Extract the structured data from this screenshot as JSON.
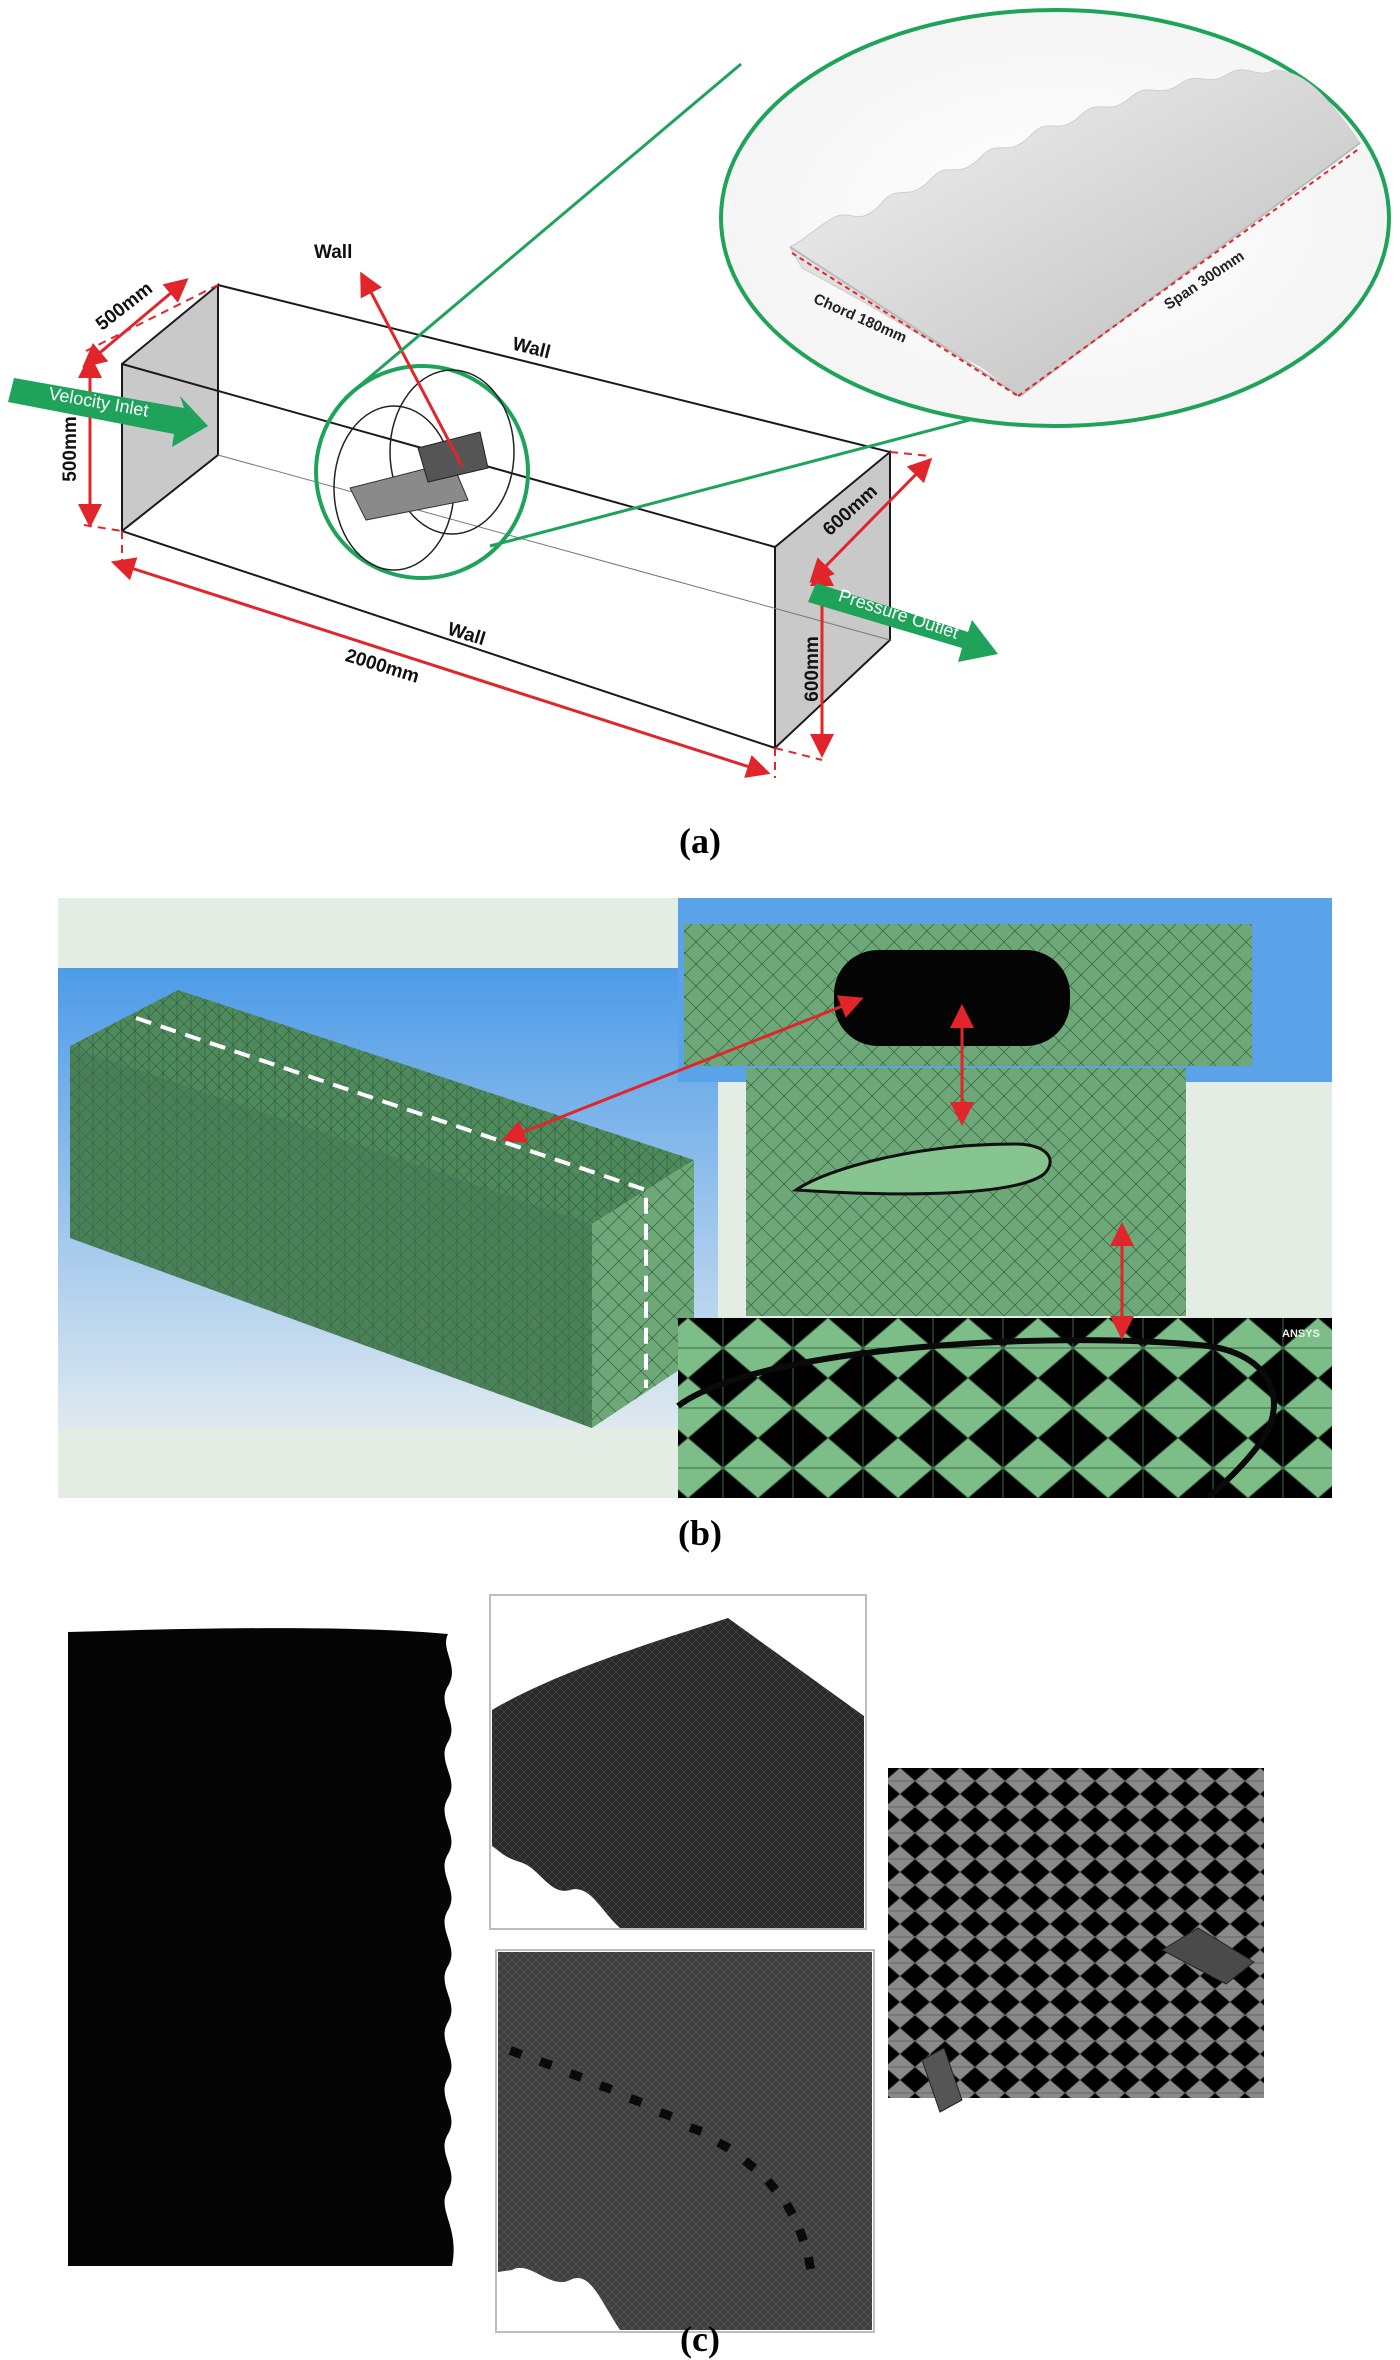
{
  "panel_a": {
    "caption": "(a)",
    "labels": {
      "wall_top": "Wall",
      "wall_mid": "Wall",
      "wall_bottom": "Wall",
      "velocity_inlet": "Velocity Inlet",
      "pressure_outlet": "Pressure Outlet",
      "dim_width_inlet": "500mm",
      "dim_height_inlet": "500mm",
      "dim_length": "2000mm",
      "dim_width_outlet": "600mm",
      "dim_height_outlet": "600mm",
      "chord": "Chord 180mm",
      "span": "Span 300mm"
    },
    "colors": {
      "accent_green": "#1fa35a",
      "dimension_red": "#e0262a",
      "outline": "#1a1a1a",
      "face_grey": "#c9c9c9"
    }
  },
  "panel_b": {
    "caption": "(b)",
    "brand": "ANSYS",
    "colors": {
      "mesh_green": "#5e9a6a",
      "sky_blue": "#5aa3e8"
    }
  },
  "panel_c": {
    "caption": "(c)"
  }
}
